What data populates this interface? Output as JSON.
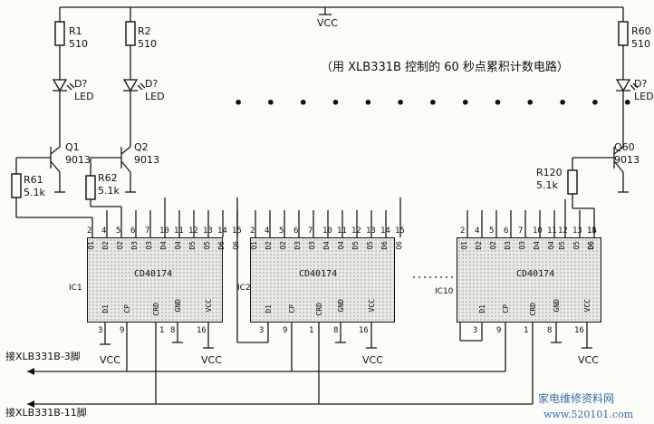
{
  "note": "（用 XLB331B 控制的 60 秒点累积计数电路）",
  "vcc": "VCC",
  "resistors_top": [
    {
      "ref": "R1",
      "value": "510"
    },
    {
      "ref": "R2",
      "value": "510"
    },
    {
      "ref": "R60",
      "value": "510"
    }
  ],
  "leds": [
    {
      "ref": "D?",
      "type": "LED"
    },
    {
      "ref": "D?",
      "type": "LED"
    },
    {
      "ref": "D?",
      "type": "LED"
    }
  ],
  "transistors": [
    {
      "ref": "Q1",
      "model": "9013"
    },
    {
      "ref": "Q2",
      "model": "9013"
    },
    {
      "ref": "Q60",
      "model": "9013"
    }
  ],
  "resistors_base": [
    {
      "ref": "R61",
      "value": "5.1k"
    },
    {
      "ref": "R62",
      "value": "5.1k"
    },
    {
      "ref": "R120",
      "value": "5.1k"
    }
  ],
  "chips": [
    {
      "ref": "IC1",
      "part": "CD40174"
    },
    {
      "ref": "IC2",
      "part": "CD40174"
    },
    {
      "ref": "IC10",
      "part": "CD40174"
    }
  ],
  "ic1_top_pins": [
    "Q1",
    "D2",
    "Q2",
    "D3",
    "Q3",
    "D4",
    "Q4",
    "D5",
    "Q5",
    "D6",
    "Q6"
  ],
  "ic1_top_nums": [
    "2",
    "4",
    "5",
    "6",
    "7",
    "10",
    "11",
    "12",
    "13",
    "14",
    "15"
  ],
  "ic2_top_pins": [
    "Q1",
    "D2",
    "Q2",
    "D3",
    "Q3",
    "D4",
    "Q4",
    "D5",
    "Q5",
    "D6",
    "Q6"
  ],
  "ic2_top_nums": [
    "2",
    "4",
    "5",
    "6",
    "7",
    "10",
    "11",
    "12",
    "13",
    "14",
    "15"
  ],
  "ic10_top_pins": [
    "Q1",
    "D2",
    "Q2",
    "D3",
    "Q3",
    "D4",
    "Q4",
    "D5",
    "Q5",
    "D6",
    "Q6"
  ],
  "ic10_top_nums": [
    "2",
    "4",
    "5",
    "6",
    "7",
    "10",
    "11",
    "12",
    "13",
    "14",
    "15"
  ],
  "bottom_pins": [
    "D1",
    "CP",
    "CRD",
    "GND",
    "VCC"
  ],
  "bottom_nums": [
    "3",
    "9",
    "1",
    "8",
    "16"
  ],
  "input_3": "接XLB331B-3脚",
  "input_11": "接XLB331B-11脚",
  "watermark_cn": "家电维修资料网",
  "watermark_url": "www.520101.com"
}
